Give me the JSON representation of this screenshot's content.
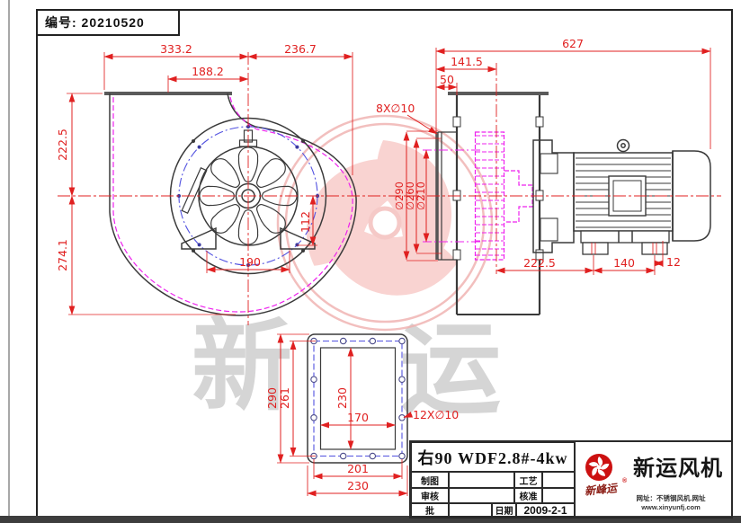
{
  "header": {
    "serial": "编号: 20210520"
  },
  "watermark": {
    "char_left": "新",
    "char_right": "运"
  },
  "dims": {
    "front": {
      "w_total": "333.2",
      "w_right": "236.7",
      "w_tab": "188.2",
      "h_top": "222.5",
      "h_bottom": "274.1",
      "feet": "190",
      "foot_h": "112"
    },
    "side": {
      "total": "627",
      "outlet_center": "141.5",
      "outlet_offset": "50",
      "inlet_holes": "8X∅10",
      "flange_d": "∅290",
      "bolt_d": "∅260",
      "inlet_d": "∅210",
      "foot_offset": "222.5",
      "foot_span": "140",
      "foot_edge": "12"
    },
    "flange": {
      "outer_h": "290",
      "bolt_h": "261",
      "inner_h": "230",
      "inner_w": "170",
      "bolt_w": "201",
      "outer_w": "230",
      "holes": "12X∅10"
    }
  },
  "title_block": {
    "model": "右90 WDF2.8#-4kw",
    "cells": {
      "r1l1": "制图",
      "r1l2": "工艺",
      "r2l1": "审核",
      "r2l2": "核准",
      "r3l1": "批",
      "r3l2": "日期",
      "date": "2009-2-1"
    },
    "brand": {
      "script": "新峰运",
      "reg": "®",
      "name": "新运风机",
      "web1": "网址：不锈钢风机.网址",
      "web2": "www.xinyunfj.com"
    }
  },
  "colors": {
    "dimension": "#e02020",
    "impeller": "#ee22ee",
    "bolt_circle": "#5252e0",
    "outline": "#3a3a3a",
    "brand_red": "#cc1111",
    "watermark_pink": "#f3bcba"
  }
}
